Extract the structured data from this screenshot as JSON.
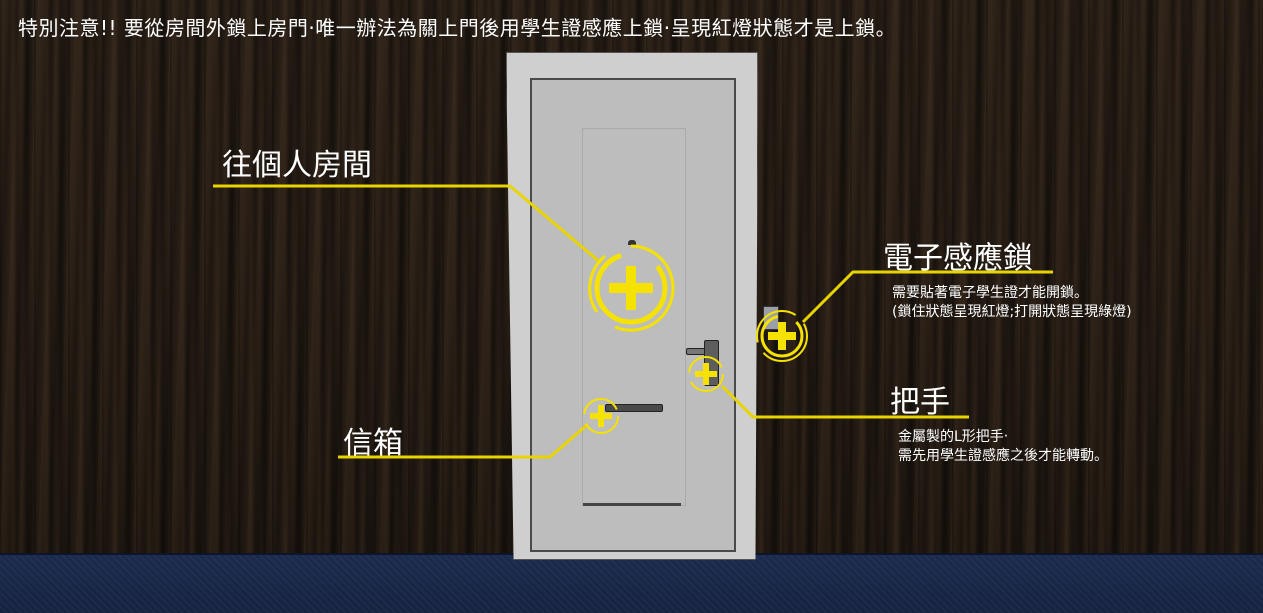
{
  "notice": "特別注意!! 要從房間外鎖上房門‧唯一辦法為關上門後用學生證感應上鎖‧呈現紅燈狀態才是上鎖。",
  "hotspots": {
    "room": {
      "label": "往個人房間"
    },
    "lock": {
      "label": "電子感應鎖",
      "desc_line1": "需要貼著電子學生證才能開鎖。",
      "desc_line2": "(鎖住狀態呈現紅燈;打開狀態呈現綠燈)"
    },
    "handle": {
      "label": "把手",
      "desc_line1": "金屬製的L形把手‧",
      "desc_line2": "需先用學生證感應之後才能轉動。"
    },
    "mailbox": {
      "label": "信箱"
    }
  },
  "colors": {
    "accent": "#f5e200",
    "line": "#e8d400",
    "text": "#ffffff"
  },
  "icons": [
    "plus-hotspot-icon"
  ]
}
